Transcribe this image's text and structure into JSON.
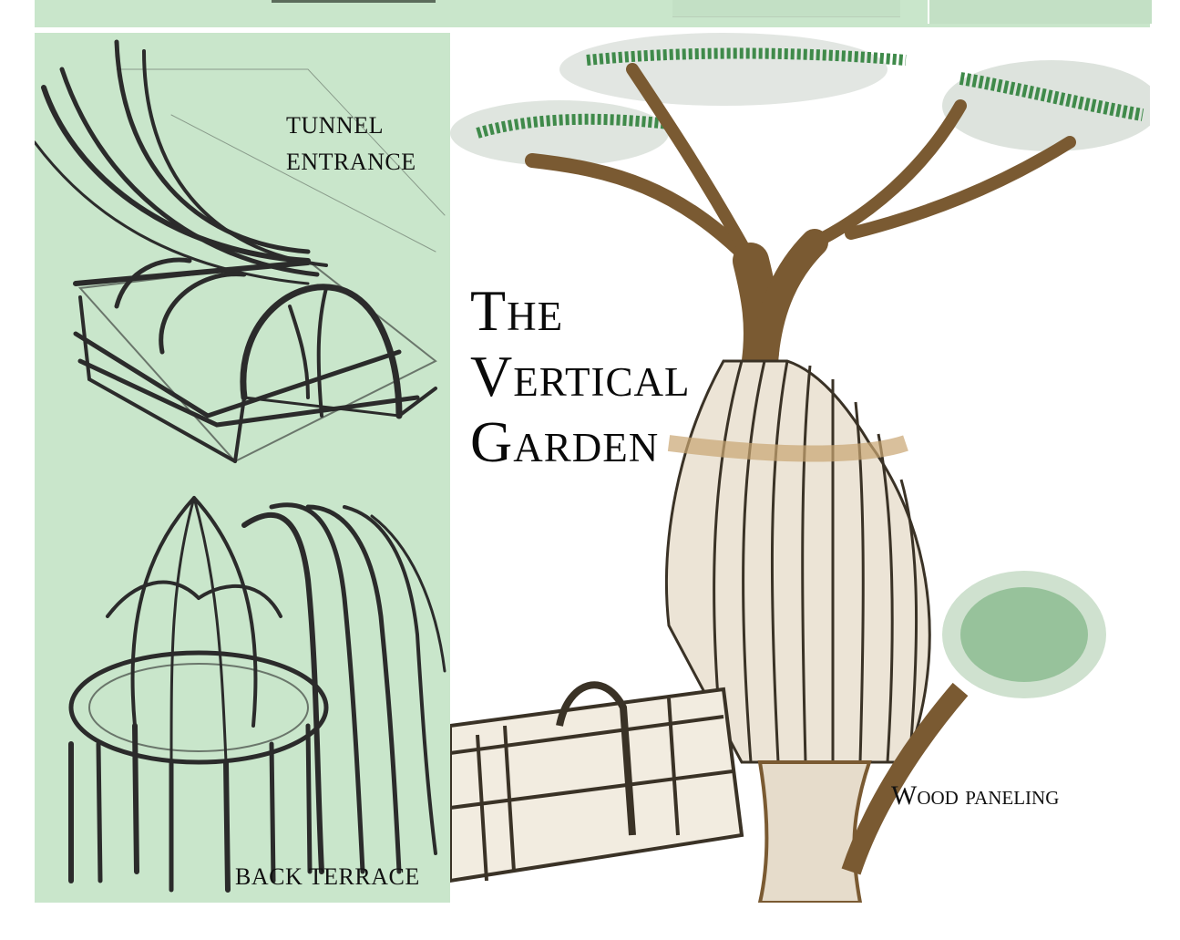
{
  "labels": {
    "tunnel_entrance": "TUNNEL ENTRANCE",
    "back_terrace": "BACK TERRACE",
    "wood_paneling": "Wood paneling"
  },
  "title": {
    "line1": "The",
    "line2": "Vertical",
    "line3": "Garden"
  },
  "colors": {
    "panel_green": "#c9e6cb",
    "sketch_ink": "#2b2b2b",
    "bark_brown": "#7a5a32",
    "leaf_green": "#3f8a4a"
  }
}
